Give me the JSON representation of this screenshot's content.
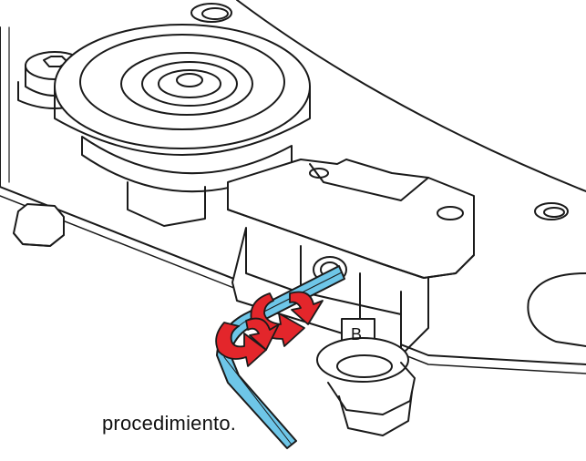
{
  "caption": "procedimiento.",
  "marker_label": "B",
  "colors": {
    "line": "#1a1a1a",
    "background": "#ffffff",
    "wrench_fill": "#6ec6e8",
    "arrow_fill": "#e3262b"
  },
  "icons": [
    "hex-key",
    "rotation-arrow-icon"
  ]
}
